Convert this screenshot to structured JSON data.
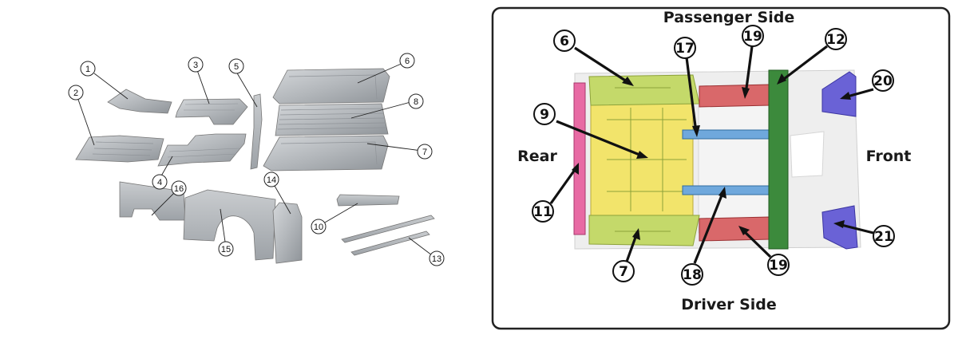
{
  "right_panel": {
    "top_label": "Passenger Side",
    "bottom_label": "Driver Side",
    "left_label": "Rear",
    "right_label": "Front",
    "callouts": {
      "c6": "6",
      "c9": "9",
      "c11": "11",
      "c7": "7",
      "c17": "17",
      "c19a": "19",
      "c12": "12",
      "c20": "20",
      "c18": "18",
      "c19b": "19",
      "c21": "21"
    },
    "part_colors": {
      "floor_main": "#f2e46b",
      "floor_sides": "#c4d96a",
      "rear_sill": "#e86aa4",
      "crossmember": "#6fa8dc",
      "rail": "#d9686a",
      "firewall_crossmember": "#3c8a3c",
      "front_brackets": "#6a62d6",
      "frame_gray": "#e6e6e6"
    }
  },
  "left_panel": {
    "callouts": {
      "p1": "1",
      "p2": "2",
      "p3": "3",
      "p4": "4",
      "p5": "5",
      "p6": "6",
      "p7": "7",
      "p8": "8",
      "p10": "10",
      "p13": "13",
      "p14": "14",
      "p15": "15",
      "p16": "16"
    },
    "panel_color": "#b9bcc0"
  }
}
